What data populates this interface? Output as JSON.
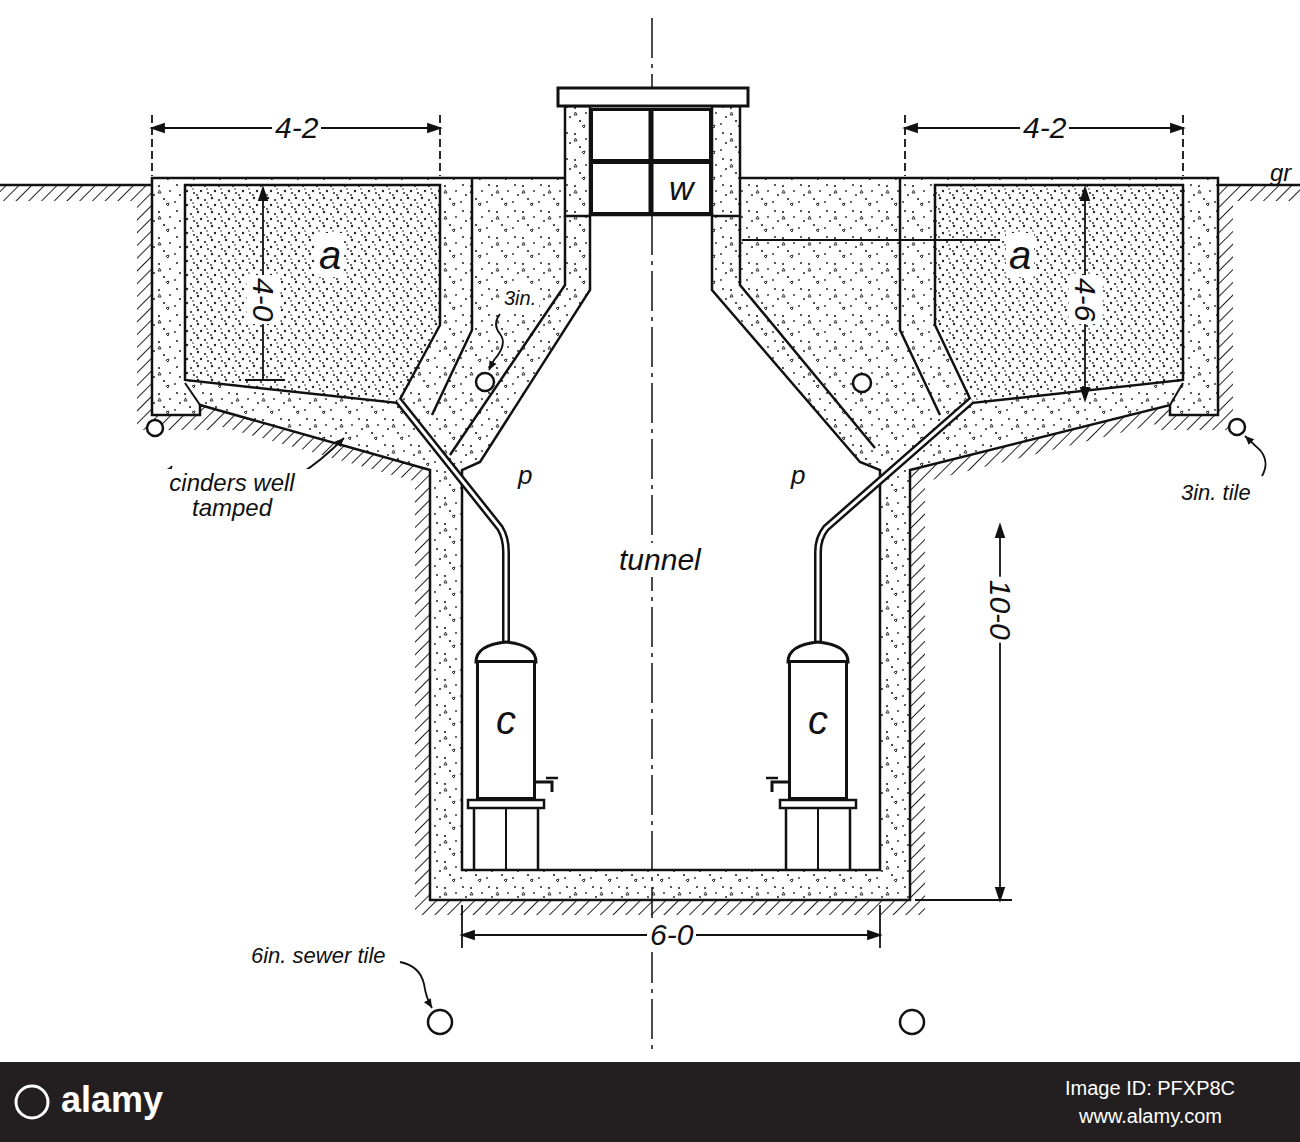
{
  "diagram": {
    "nodes": [
      {
        "text": [
          "w"
        ]
      },
      {
        "text": [
          "c"
        ]
      },
      {
        "text": [
          "c"
        ]
      }
    ],
    "labels": [
      "4-2",
      "4-2",
      "gr",
      "a",
      "4-0",
      "a",
      "4-6",
      "3in.",
      "p",
      "p",
      "cinders well tamped",
      "3in. tile",
      "tunnel",
      "10-0",
      "6in. sewer tile",
      "6-0",
      "alamy",
      "Image ID: PFXP8C",
      "www.alamy.com"
    ]
  }
}
